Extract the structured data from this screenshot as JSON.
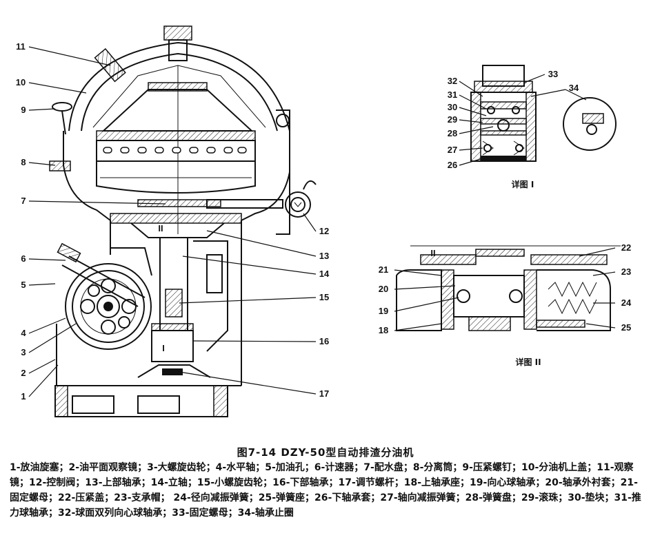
{
  "figure": {
    "caption": "图7-14   DZY-50型自动排渣分油机",
    "legend_text": "1-放油旋塞；2-油平面观察镜；3-大螺旋齿轮；4-水平轴；5-加油孔；6-计速器；7-配水盘；8-分离筒；9-压紧螺钉；10-分油机上盖；11-观察镜；12-控制阀；13-上部轴承；14-立轴；15-小螺旋齿轮；16-下部轴承；17-调节螺杆；18-上轴承座；19-向心球轴承；20-轴承外衬套；21-固定螺母；22-压紧盖；23-支承帽；  24-径向减振弹簧；25-弹簧座；26-下轴承套；27-轴向减振弹簧；28-弹簧盘；29-滚珠；30-垫块；31-推力球轴承；32-球面双列向心球轴承；33-固定螺母；34-轴承止圈"
  },
  "main_view": {
    "labels": [
      "1",
      "2",
      "3",
      "4",
      "5",
      "6",
      "7",
      "8",
      "9",
      "10",
      "11",
      "12",
      "13",
      "14",
      "15",
      "16",
      "17"
    ],
    "section_marks": [
      "II",
      "I"
    ]
  },
  "detail_1": {
    "title": "详图 I",
    "labels": [
      "26",
      "27",
      "28",
      "29",
      "30",
      "31",
      "32",
      "33",
      "34"
    ]
  },
  "detail_2": {
    "title": "详图 II",
    "labels": [
      "18",
      "19",
      "20",
      "21",
      "22",
      "23",
      "24",
      "25"
    ],
    "mark": "II"
  }
}
